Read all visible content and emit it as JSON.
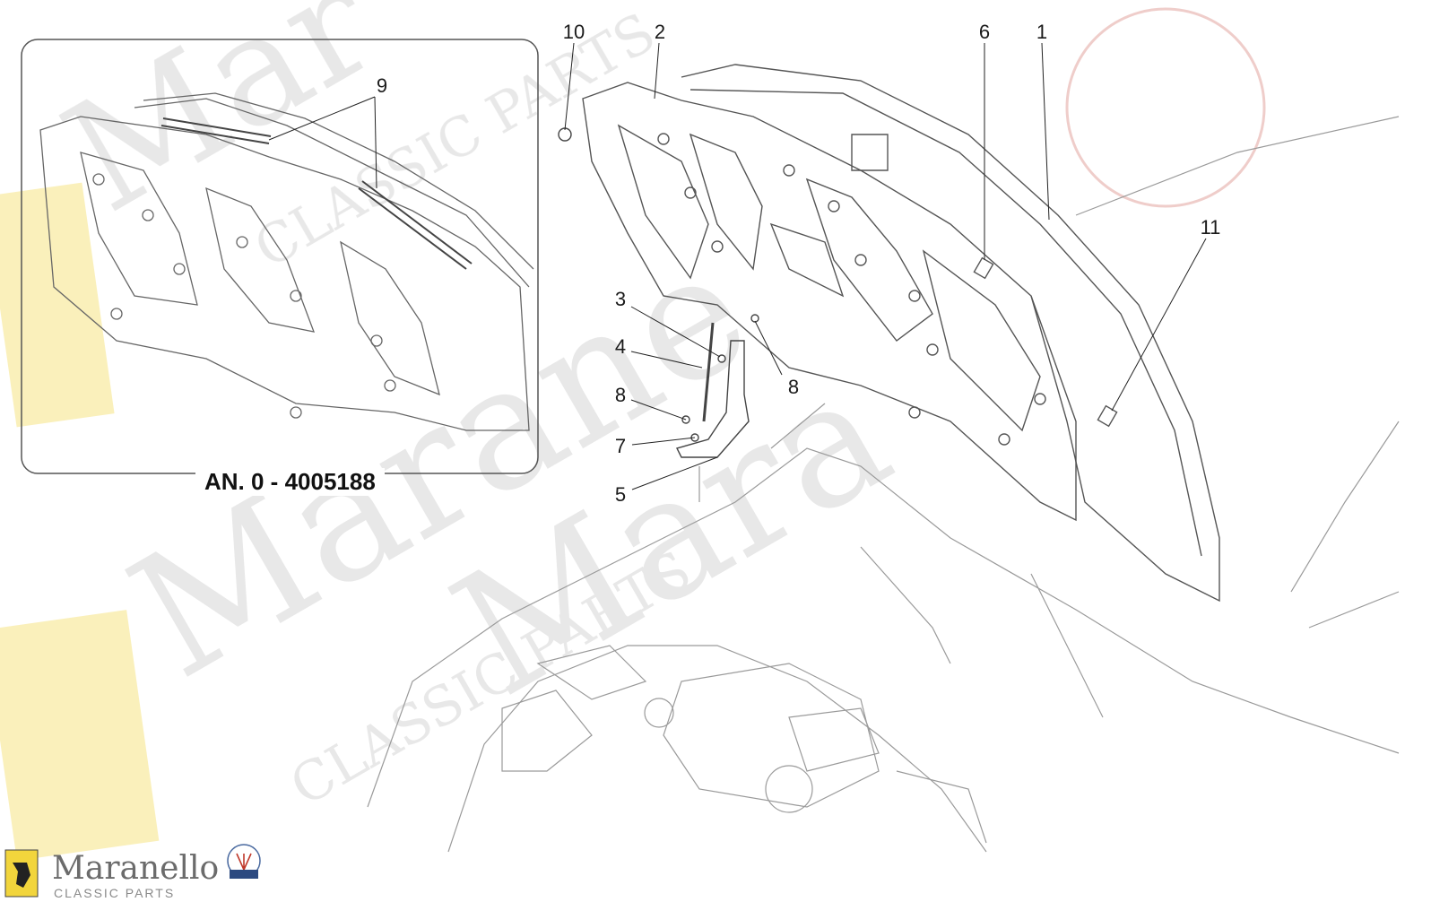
{
  "inset": {
    "caption": "AN. 0 - 4005188",
    "callout": "9"
  },
  "callouts": [
    "10",
    "2",
    "6",
    "1",
    "11",
    "3",
    "4",
    "8",
    "8",
    "7",
    "5"
  ],
  "logo": {
    "brand": "Maranello",
    "subtitle": "CLASSIC PARTS",
    "watermark_text": "Maranello CLASSIC PARTS"
  },
  "colors": {
    "line": "#555555",
    "light_line": "#9a9a9a",
    "watermark": "#c8c8c8",
    "badge_yellow": "#f2d53c",
    "badge_red": "#c0392b"
  }
}
